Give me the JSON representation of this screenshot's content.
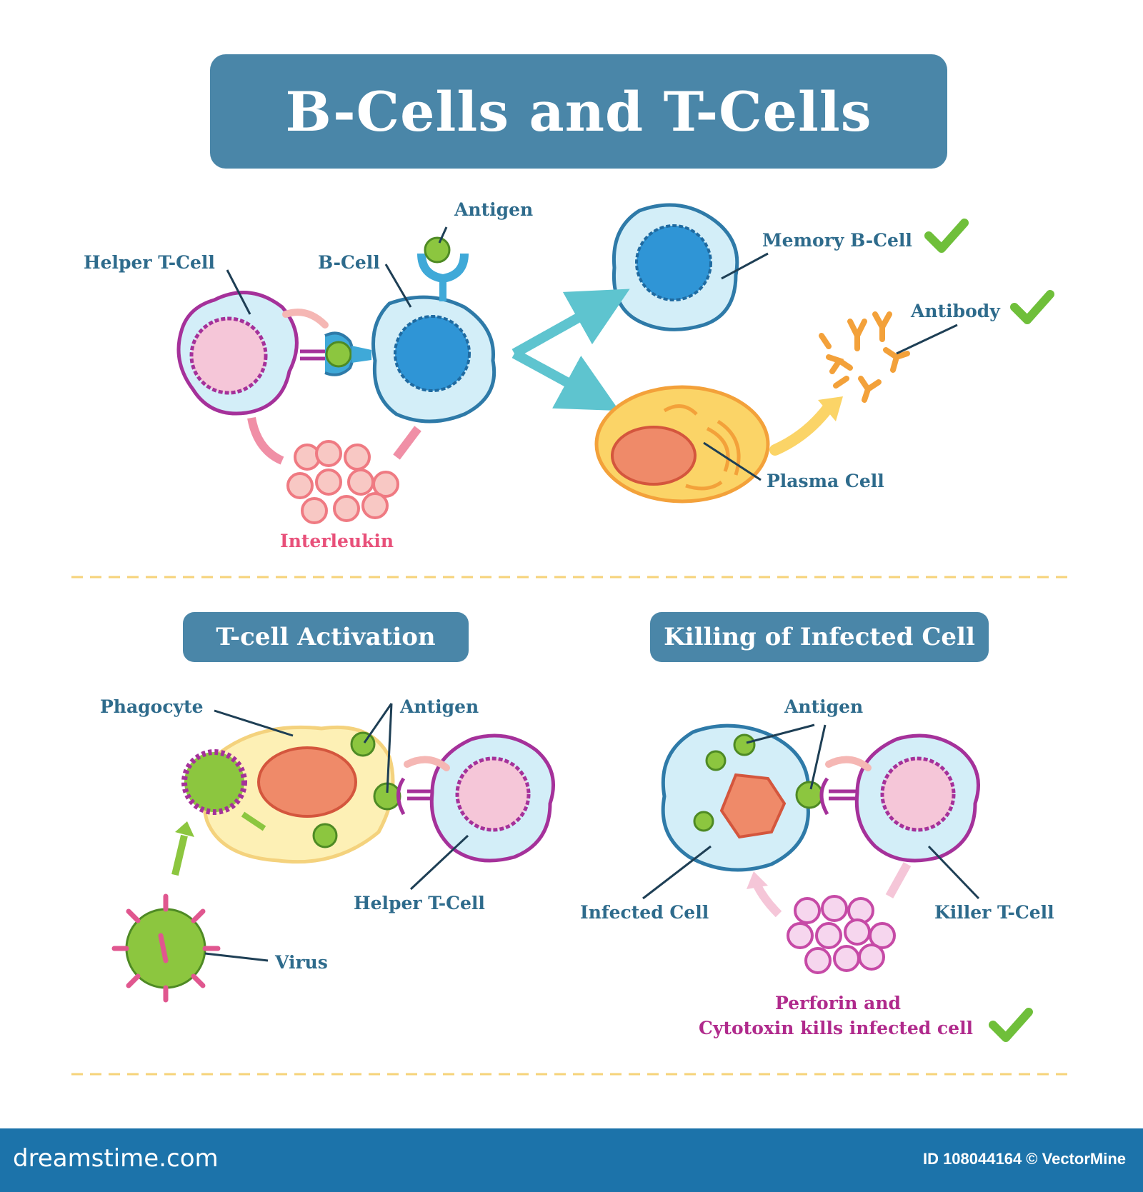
{
  "title": "B-Cells and T-Cells",
  "section_titles": {
    "t_cell_activation": "T-cell Activation",
    "killing": "Killing of Infected Cell"
  },
  "top_labels": {
    "helper_t_cell": "Helper T-Cell",
    "b_cell": "B-Cell",
    "antigen": "Antigen",
    "memory_b_cell": "Memory B-Cell",
    "antibody": "Antibody",
    "plasma_cell": "Plasma Cell",
    "interleukin": "Interleukin"
  },
  "activation_labels": {
    "phagocyte": "Phagocyte",
    "antigen": "Antigen",
    "helper_t_cell": "Helper T-Cell",
    "virus": "Virus"
  },
  "killing_labels": {
    "antigen": "Antigen",
    "infected_cell": "Infected Cell",
    "killer_t_cell": "Killer T-Cell",
    "perforin_line1": "Perforin and",
    "perforin_line2": "Cytotoxin kills infected cell"
  },
  "footer": {
    "brand": "dreamstime.com",
    "credit": "ID 108044164 © VectorMine"
  },
  "colors": {
    "banner": "#4a86a8",
    "label_blue": "#2e6b8c",
    "pink_text": "#e8507a",
    "magenta_text": "#b02a8c",
    "check_green": "#6fbf3a",
    "footer": "#1c73aa"
  }
}
